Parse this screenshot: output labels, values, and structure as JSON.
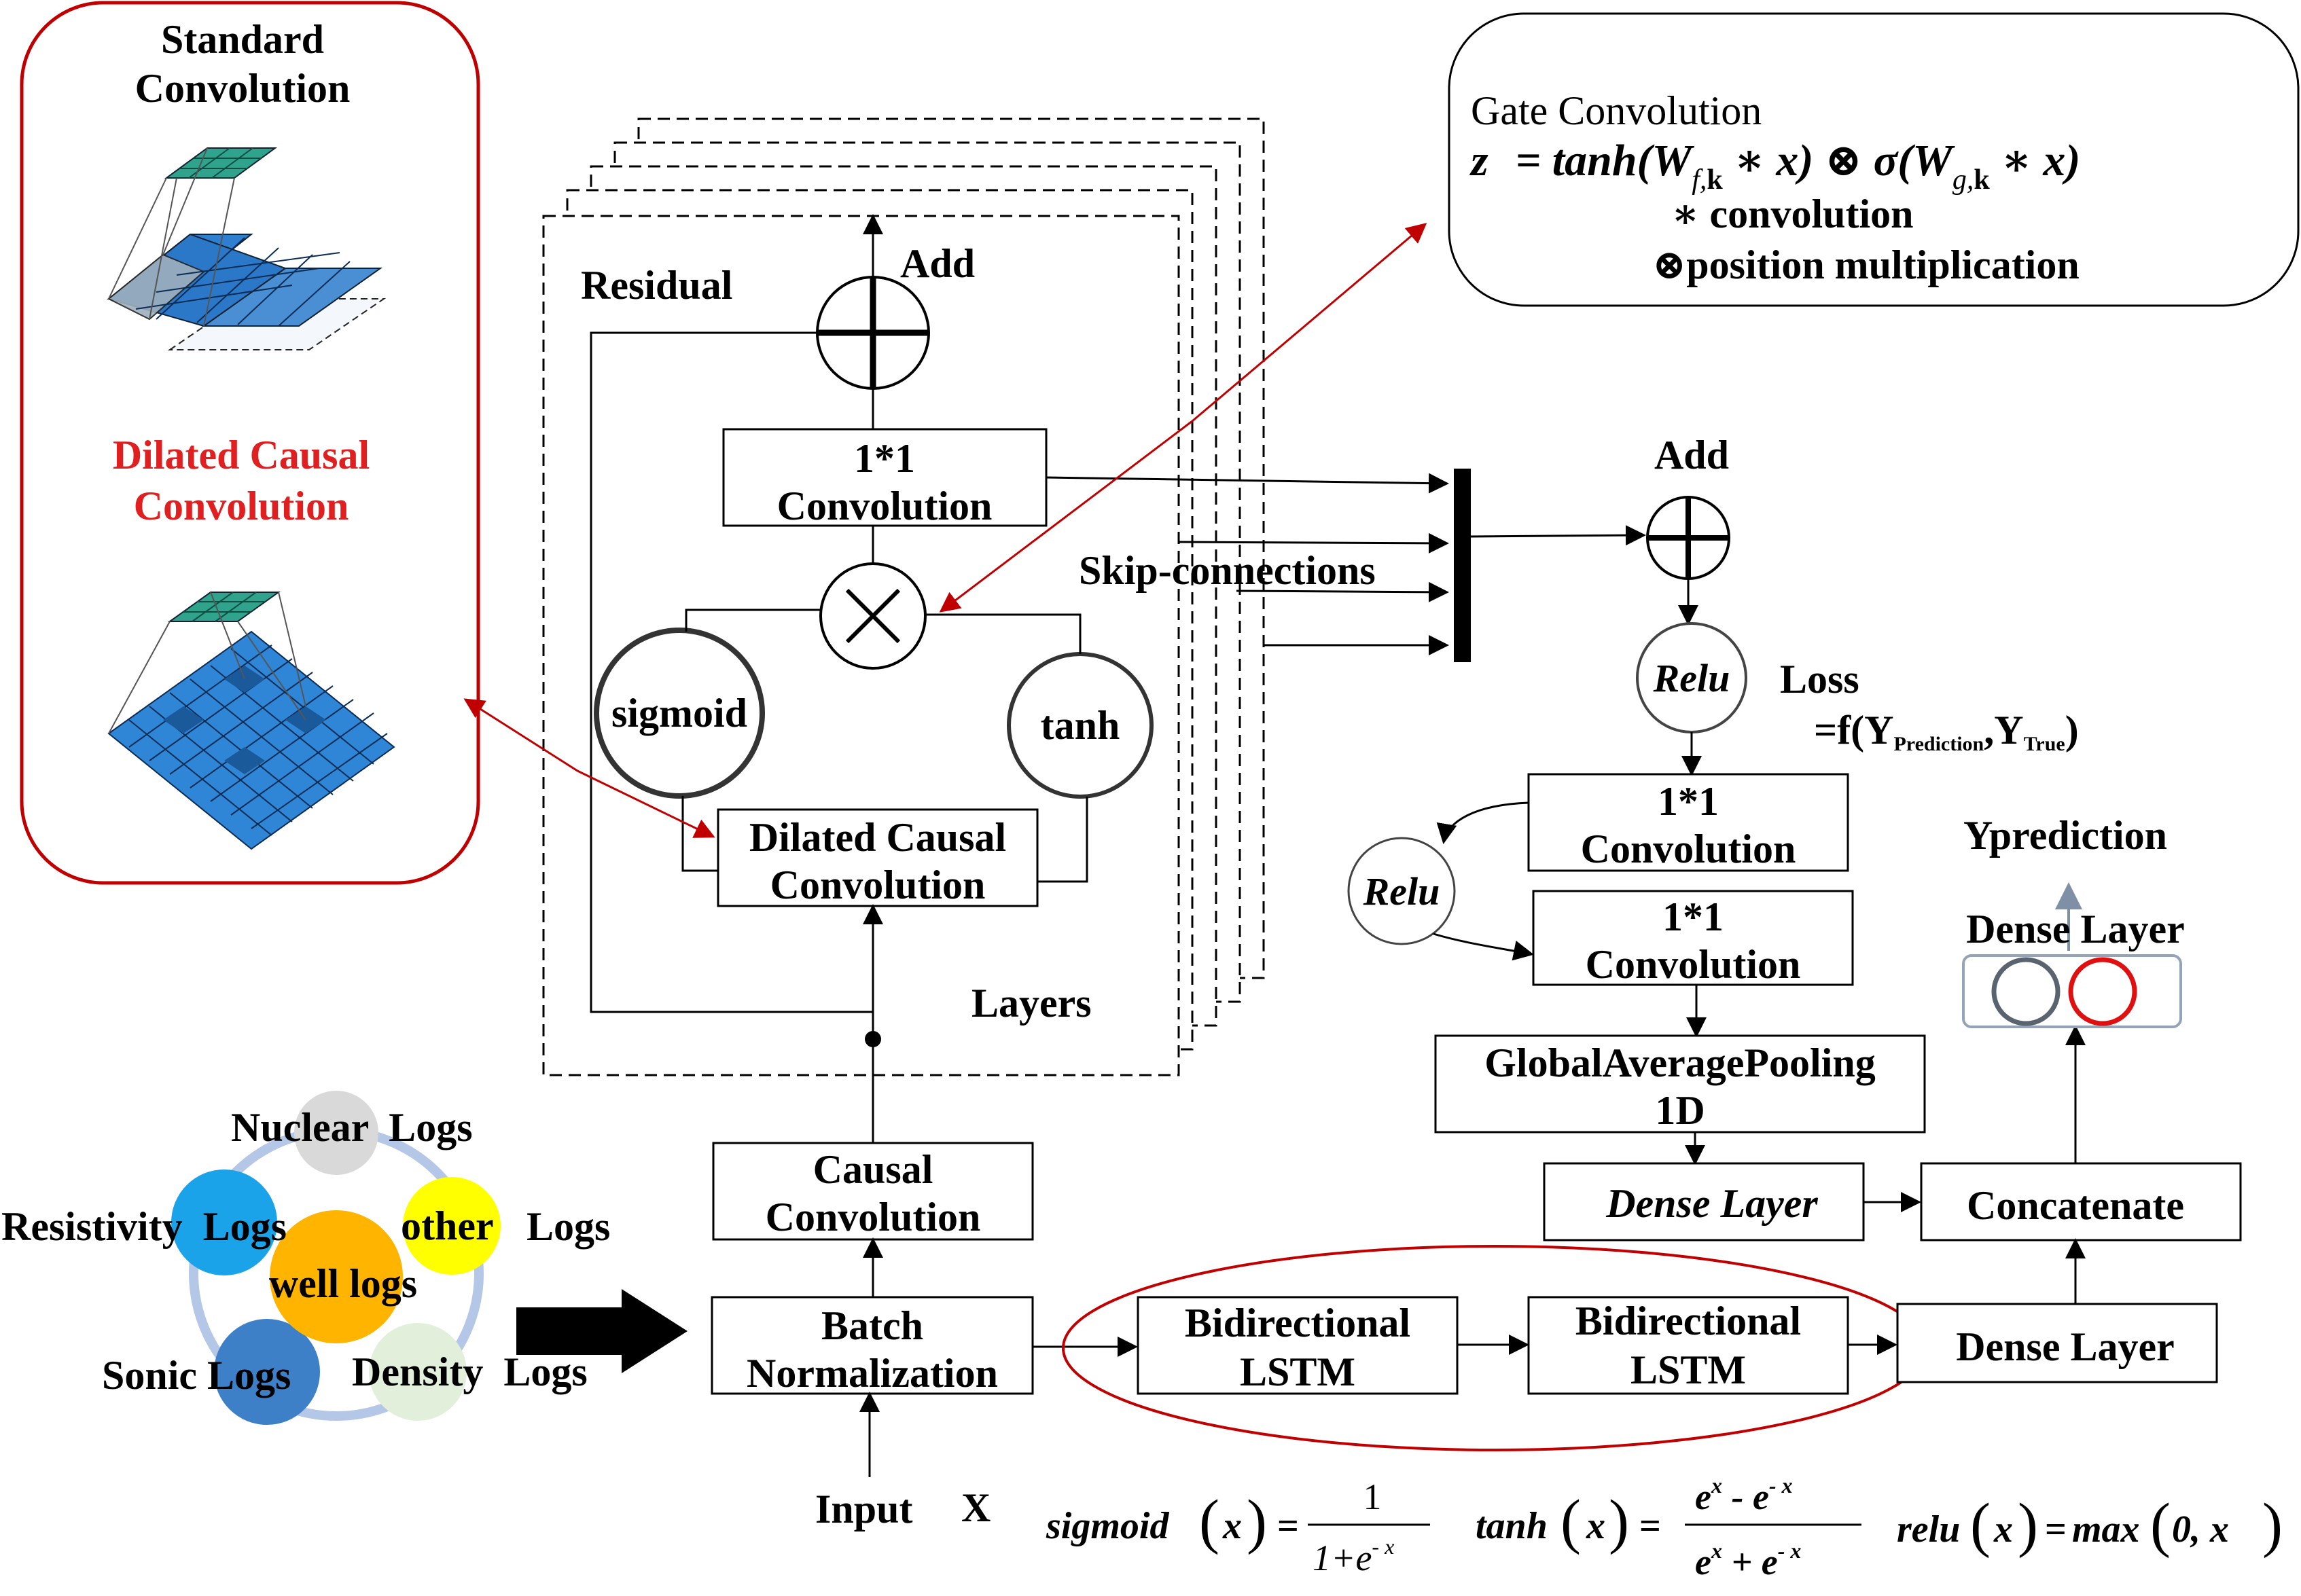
{
  "panel_left": {
    "standard_title_1": "Standard",
    "standard_title_2": "Convolution",
    "dilated_title_1": "Dilated Causal",
    "dilated_title_2": "Convolution",
    "border_color": "#c00000",
    "accent_text_color": "#e02020"
  },
  "gate_box": {
    "title": "Gate Convolution",
    "formula_lhs": "z",
    "formula_eq": "= tanh(W",
    "formula_f": "f,",
    "formula_k": "k",
    "formula_mid": " ∗ x) ⊗ σ(W",
    "formula_g": "g,",
    "formula_k2": "k",
    "formula_end": " ∗ x)",
    "legend_conv": "∗ convolution",
    "legend_mult": "⊗position multiplication"
  },
  "residual_block": {
    "residual_label": "Residual",
    "add_label": "Add",
    "conv11_line1": "1*1",
    "conv11_line2": "Convolution",
    "sigmoid_label": "sigmoid",
    "tanh_label": "tanh",
    "dilated_line1": "Dilated Causal",
    "dilated_line2": "Convolution",
    "layers_label": "Layers",
    "skip_label": "Skip-connections"
  },
  "right_branch": {
    "add_label": "Add",
    "relu1": "Relu",
    "loss_line1": "Loss",
    "loss_line2_pre": "=f(Y",
    "loss_sub_pred": "Prediction",
    "loss_comma": ",Y",
    "loss_sub_true": "True",
    "loss_close": ")",
    "conv11a_line1": "1*1",
    "conv11a_line2": "Convolution",
    "relu2": "Relu",
    "conv11b_line1": "1*1",
    "conv11b_line2": "Convolution",
    "gap_line1": "GlobalAveragePooling",
    "gap_line2": "1D",
    "dense_italic": "Dense Layer",
    "concatenate": "Concatenate",
    "yprediction": "Yprediction",
    "dense_top": "Dense Layer",
    "dense_bottom": "Dense Layer",
    "node_gray_color": "#5a6470",
    "node_red_color": "#e01010"
  },
  "bottom_flow": {
    "causal_line1": "Causal",
    "causal_line2": "Convolution",
    "bn_line1": "Batch",
    "bn_line2": "Normalization",
    "bilstm1_line1": "Bidirectional",
    "bilstm1_line2": "LSTM",
    "bilstm2_line1": "Bidirectional",
    "bilstm2_line2": "LSTM",
    "input_label": "Input",
    "input_x": "X",
    "ellipse_color": "#c00000"
  },
  "well_logs": {
    "center": "well logs",
    "nuclear": "Nuclear  Logs",
    "resistivity": "Resistivity  Logs",
    "other": "other",
    "other_logs": "Logs",
    "sonic": "Sonic Logs",
    "density": "Density  Logs",
    "center_color": "#ffb400",
    "nuclear_color": "#d9d9d9",
    "resistivity_color": "#1aa3e8",
    "other_color": "#ffff00",
    "sonic_color": "#3d80c8",
    "density_color": "#e2efda",
    "ring_color": "#b4c7e7"
  },
  "formulas": {
    "sigmoid_name": "sigmoid",
    "sigmoid_num": "1",
    "sigmoid_den": "1+e",
    "sigmoid_exp": "- x",
    "tanh_name": "tanh",
    "tanh_num_a": "e",
    "tanh_num_b": " - e",
    "tanh_den_b": " + e",
    "exp_x": "x",
    "exp_mx": "- x",
    "relu_name": "relu",
    "relu_rhs": "max",
    "relu_args": "0, x",
    "var_x": "x",
    "equals": "="
  }
}
